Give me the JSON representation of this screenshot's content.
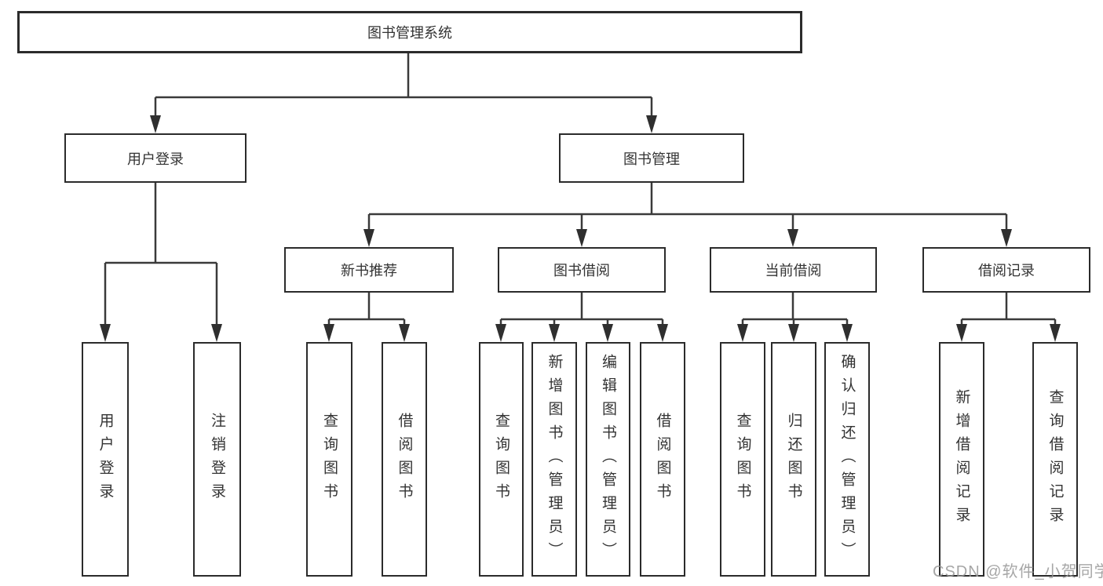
{
  "colors": {
    "line": "#3a3a3a",
    "border": "#2b2b2b",
    "text": "#333333",
    "watermark": "#969696",
    "background": "#ffffff"
  },
  "watermark": {
    "text": "CSDN @软件_小贺同学"
  },
  "tree": {
    "root": {
      "label": "图书管理系统"
    },
    "branches": [
      {
        "label": "用户登录",
        "children": [
          {
            "label": "用户登录"
          },
          {
            "label": "注销登录"
          }
        ]
      },
      {
        "label": "图书管理",
        "children": [
          {
            "label": "新书推荐",
            "children": [
              {
                "label": "查询图书"
              },
              {
                "label": "借阅图书"
              }
            ]
          },
          {
            "label": "图书借阅",
            "children": [
              {
                "label": "查询图书"
              },
              {
                "label": "新增图书（管理员）"
              },
              {
                "label": "编辑图书（管理员）"
              },
              {
                "label": "借阅图书"
              }
            ]
          },
          {
            "label": "当前借阅",
            "children": [
              {
                "label": "查询图书"
              },
              {
                "label": "归还图书"
              },
              {
                "label": "确认归还（管理员）"
              }
            ]
          },
          {
            "label": "借阅记录",
            "children": [
              {
                "label": "新增借阅记录"
              },
              {
                "label": "查询借阅记录"
              }
            ]
          }
        ]
      }
    ]
  }
}
